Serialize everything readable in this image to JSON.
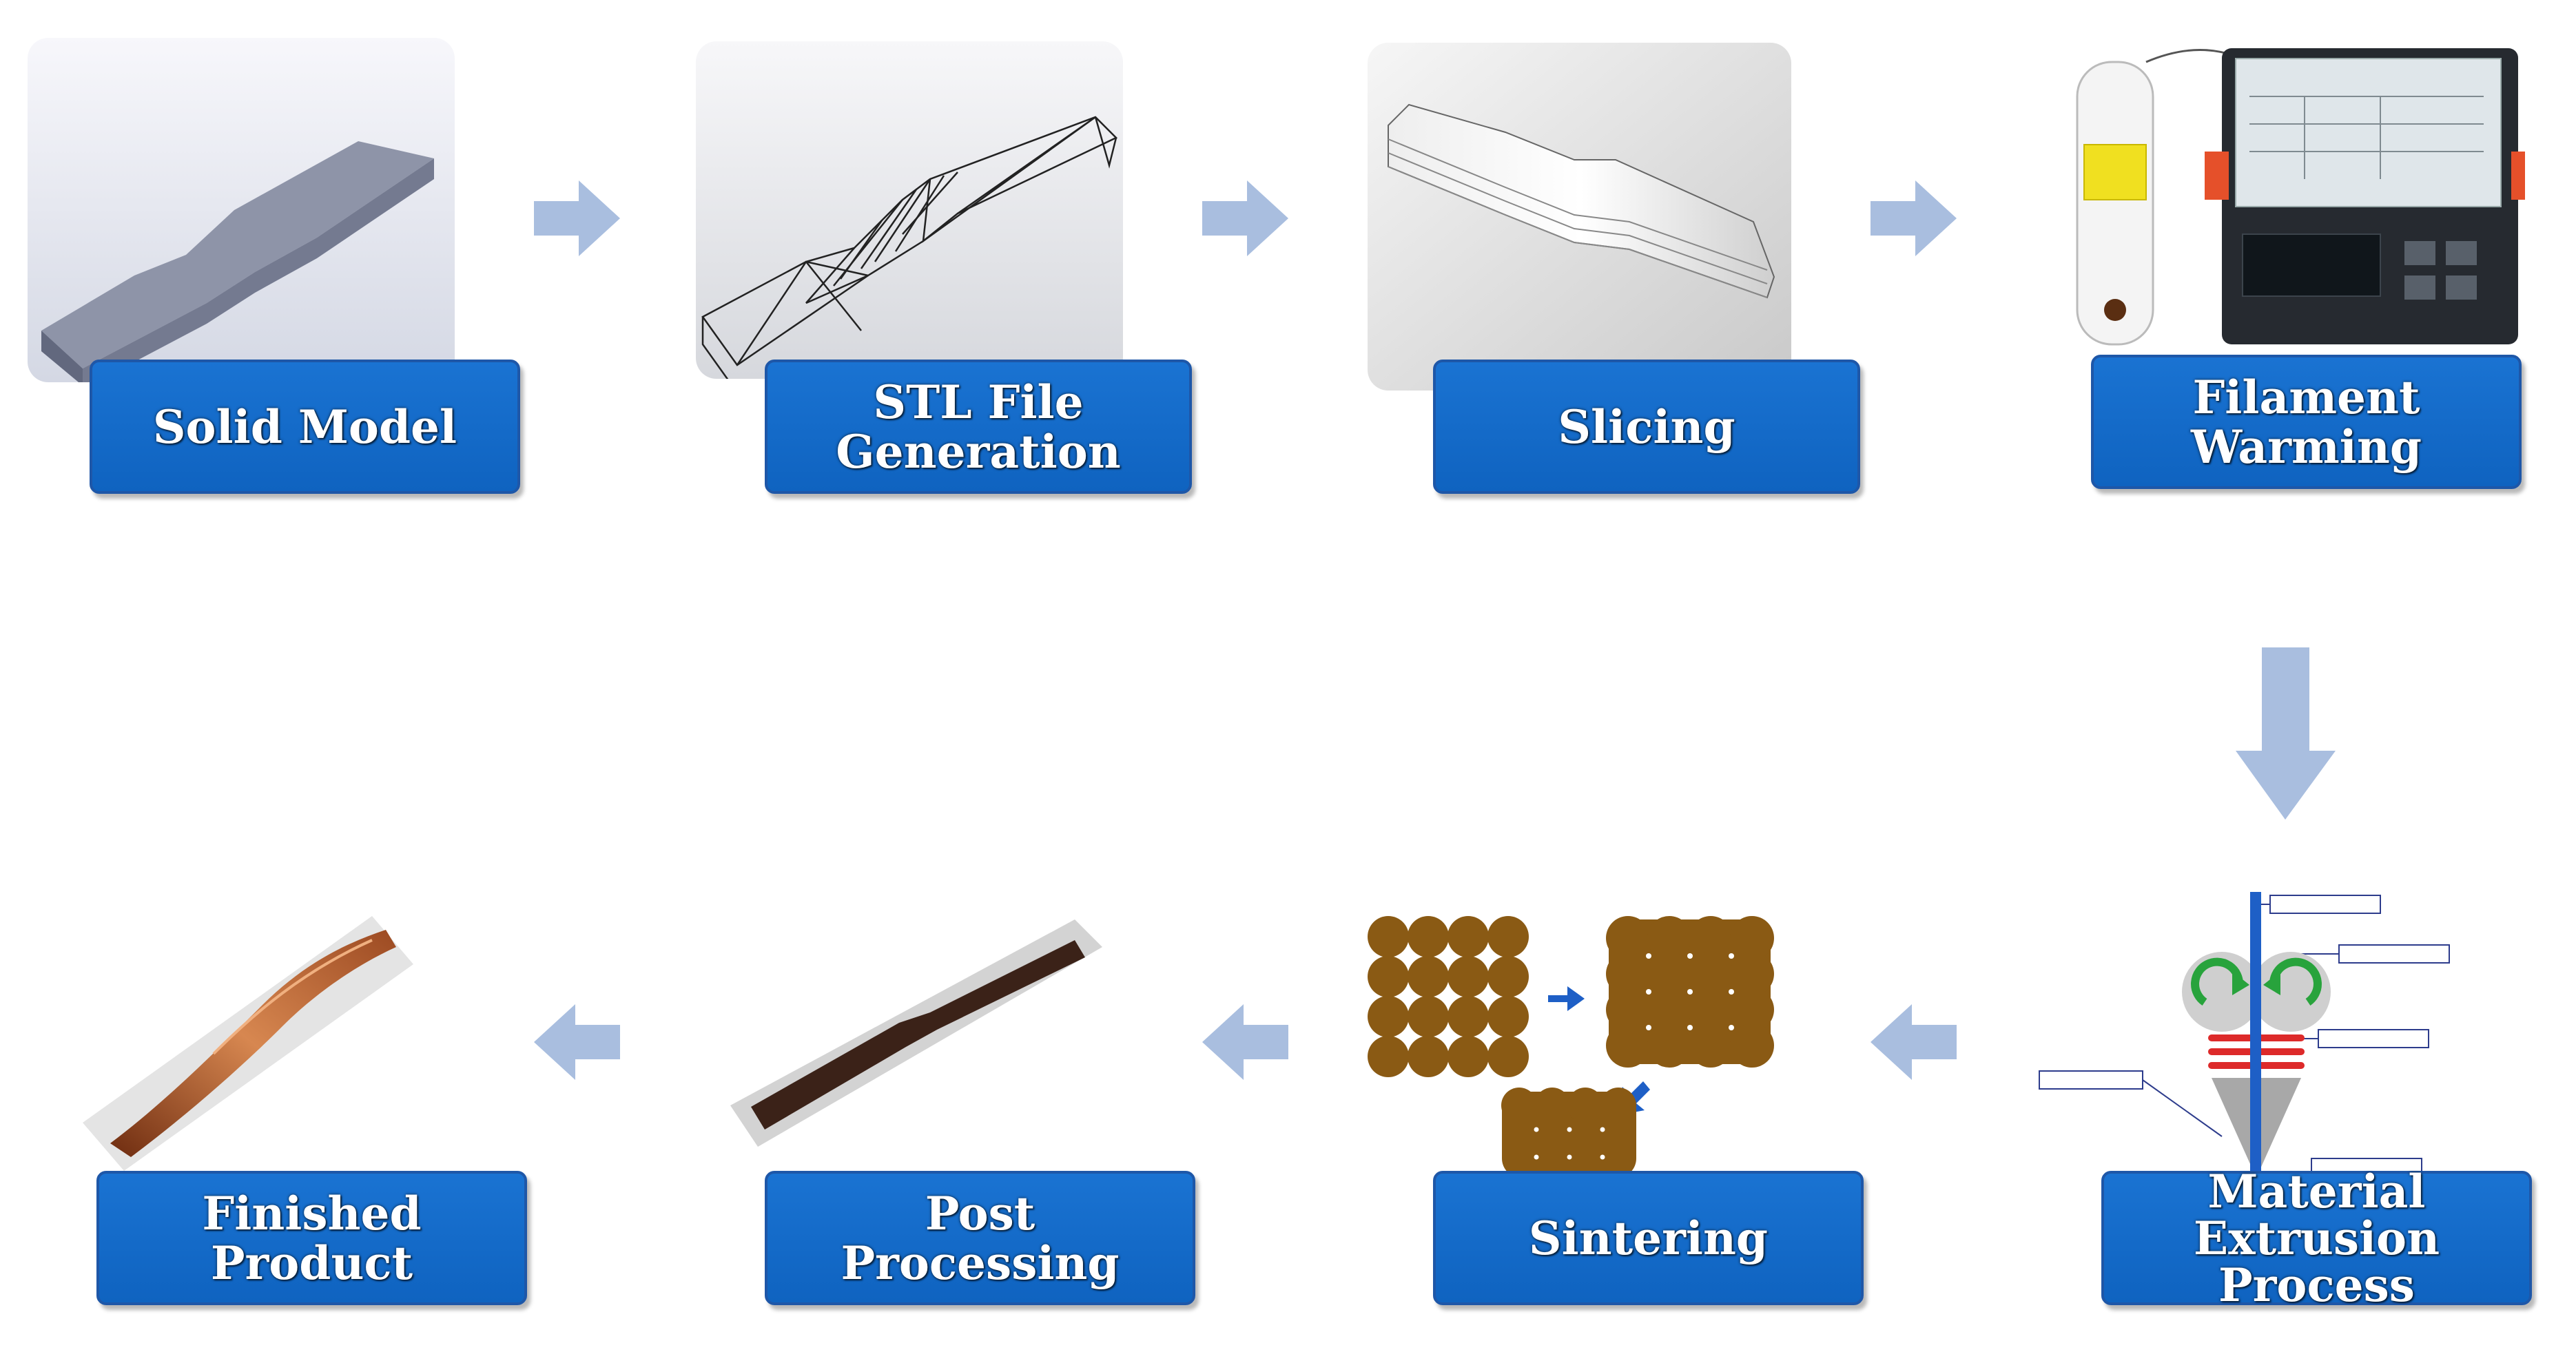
{
  "steps": {
    "solid_model": "Solid Model",
    "stl_generation": "STL File\nGeneration",
    "slicing": "Slicing",
    "filament_warming": "Filament\nWarming",
    "material_extrusion": "Material\nExtrusion\nProcess",
    "sintering": "Sintering",
    "post_processing": "Post Processing",
    "finished_product": "Finished Product"
  },
  "colors": {
    "label_fill": "#1569c7",
    "label_border": "#1e57a8",
    "flow_arrow": "#a9bedf",
    "particle": "#8a5a14"
  },
  "icons": {
    "flow_arrow": "block-arrow-icon",
    "small_arrow": "blue-arrow-icon"
  }
}
